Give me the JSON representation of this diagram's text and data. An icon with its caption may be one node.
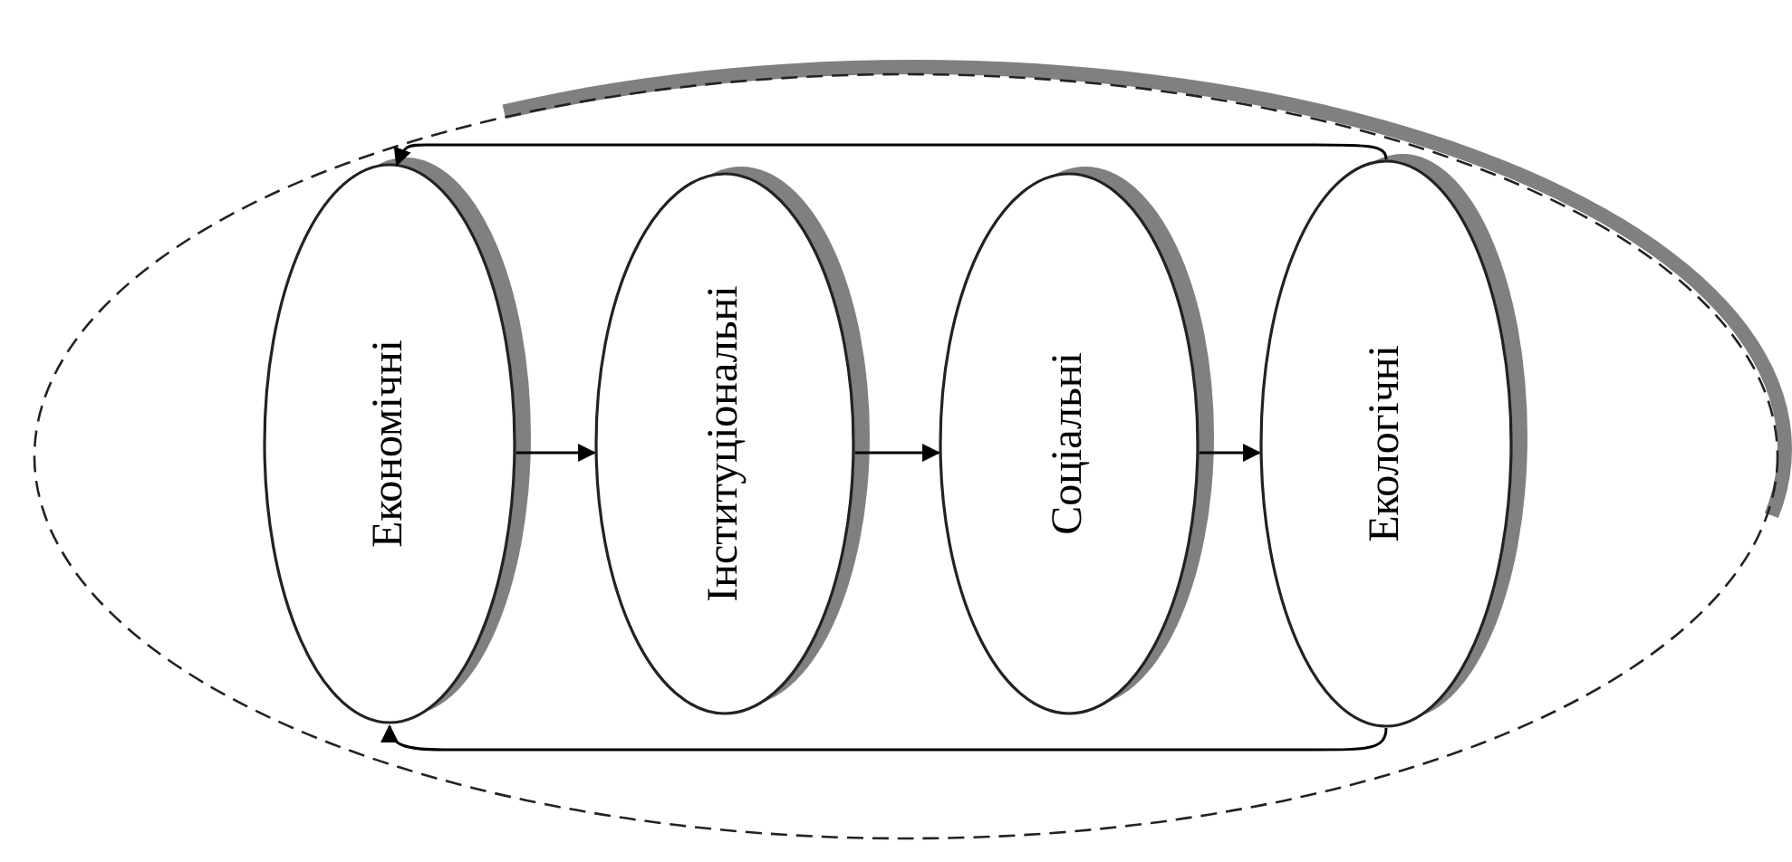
{
  "diagram": {
    "nodes": [
      {
        "text": [],
        "shape": "ellipse"
      },
      {
        "text": [
          "Економічні"
        ],
        "in": 0
      },
      {
        "text": [
          "Інституціональні"
        ],
        "in": 0
      },
      {
        "text": [
          "Соціальні"
        ],
        "in": 0
      },
      {
        "text": [
          "Екологічні"
        ],
        "in": 0
      }
    ],
    "edges": [
      {
        "from": 1,
        "to": 2,
        "arrow": "to"
      },
      {
        "from": 2,
        "to": 3,
        "arrow": "to"
      },
      {
        "from": 3,
        "to": 4,
        "arrow": "to"
      },
      {
        "from": 4,
        "to": 1,
        "arrow": "to"
      },
      {
        "from": 4,
        "to": 1,
        "arrow": "to"
      }
    ]
  }
}
